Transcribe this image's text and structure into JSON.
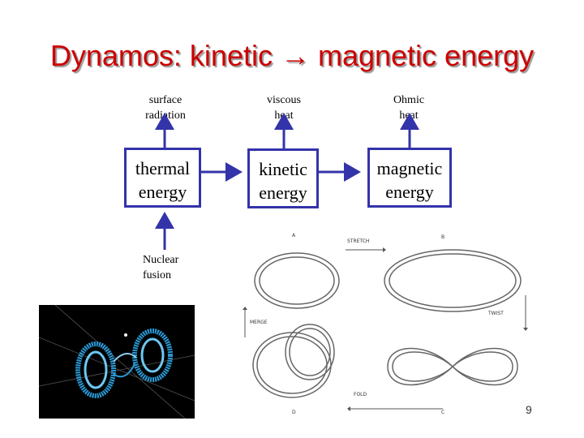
{
  "title": "Dynamos: kinetic → magnetic energy",
  "boxes": {
    "thermal": "thermal\nenergy",
    "kinetic": "kinetic\nenergy",
    "magnetic": "magnetic\nenergy"
  },
  "outputs": {
    "surface_radiation": "surface\nradiation",
    "viscous_heat": "viscous\nheat",
    "ohmic_heat": "Ohmic\nheat"
  },
  "input": {
    "nuclear_fusion": "Nuclear\nfusion"
  },
  "figure": {
    "stretch": "STRETCH",
    "twist": "TWIST",
    "merge": "MERGE",
    "fold": "FOLD",
    "a": "A",
    "b": "B",
    "c": "C",
    "d": "D"
  },
  "page_number": "9",
  "colors": {
    "title": "#cc0000",
    "arrow": "#3333aa"
  }
}
